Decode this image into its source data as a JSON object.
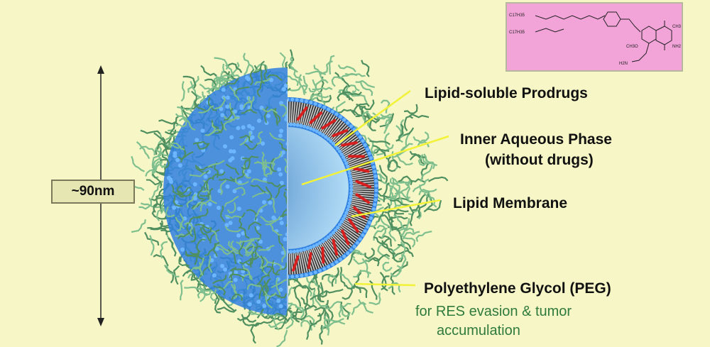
{
  "labels": {
    "prodrugs": "Lipid-soluble Prodrugs",
    "aqueous_line1": "Inner Aqueous Phase",
    "aqueous_line2": "(without drugs)",
    "membrane": "Lipid Membrane",
    "peg": "Polyethylene Glycol (PEG)",
    "res_line1": "for RES evasion & tumor",
    "res_line2": "accumulation"
  },
  "size": {
    "label": "~90nm"
  },
  "structure": {
    "substituents": [
      "C17H35",
      "C17H35",
      "CH3",
      "NH2",
      "H2N",
      "CH3O"
    ]
  },
  "colors": {
    "background": "#f6f6c6",
    "peg": "#7fbf8e",
    "lipid_head": "#2f7fe0",
    "aqueous": "#a9d6f5",
    "membrane": "#3a3a3a",
    "prodrug": "#d61f1f",
    "pointer": "#f2f238",
    "res_text": "#2f7a3c",
    "structure_bg": "#f2a3d8"
  }
}
